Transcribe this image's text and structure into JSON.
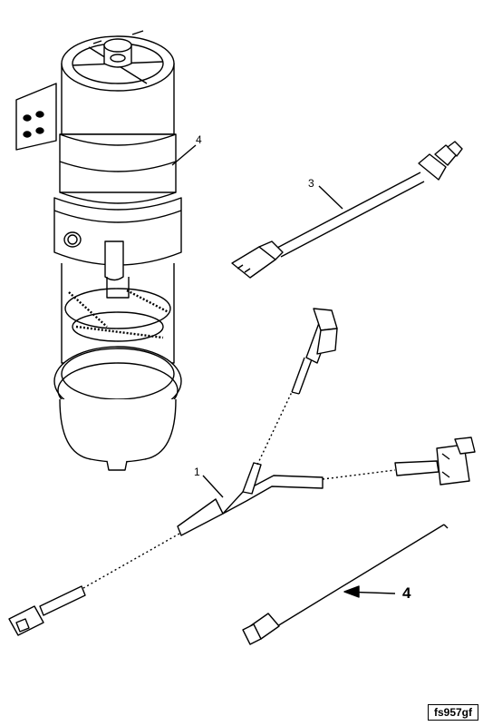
{
  "callouts": {
    "filter_housing": "4",
    "sensor": "3",
    "harness": "1",
    "wire_lead": "4"
  },
  "figure_id": "fs957gf",
  "colors": {
    "line": "#000000",
    "paper": "#ffffff",
    "shade": "#d9d9d9"
  }
}
